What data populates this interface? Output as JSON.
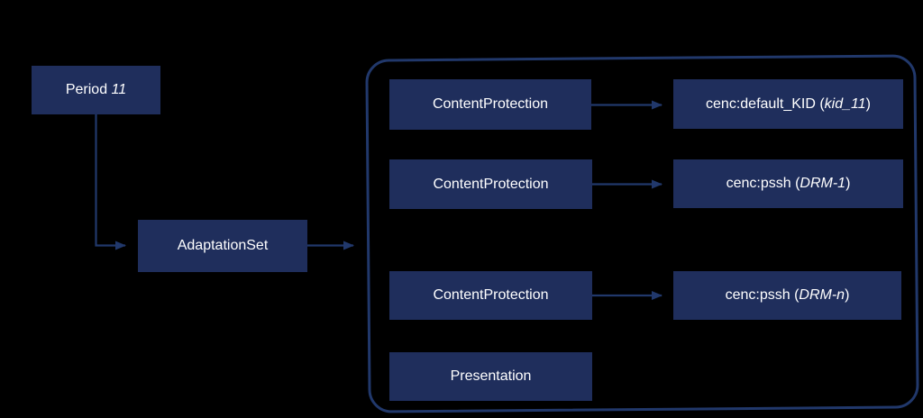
{
  "colors": {
    "background": "#000000",
    "node_fill": "#1f2e5c",
    "line": "#21386b",
    "text": "#ffffff"
  },
  "nodes": [
    {
      "id": "period",
      "prefix": "Period ",
      "italic": "11",
      "suffix": ""
    },
    {
      "id": "adaptation-set",
      "prefix": "AdaptationSet"
    },
    {
      "id": "content-protection-1",
      "prefix": "ContentProtection"
    },
    {
      "id": "content-protection-2",
      "prefix": "ContentProtection"
    },
    {
      "id": "content-protection-3",
      "prefix": "ContentProtection"
    },
    {
      "id": "presentation",
      "prefix": "Presentation"
    },
    {
      "id": "cenc-default-kid",
      "prefix": "cenc:default_KID (",
      "italic": "kid_11",
      "suffix": ")"
    },
    {
      "id": "cenc-pssh-drm-1",
      "prefix": "cenc:pssh (",
      "italic": "DRM-1",
      "suffix": ")"
    },
    {
      "id": "cenc-pssh-drm-n",
      "prefix": "cenc:pssh (",
      "italic": "DRM-n",
      "suffix": ")"
    }
  ],
  "edges": [
    {
      "from": "period",
      "to": "adaptation-set"
    },
    {
      "from": "adaptation-set",
      "to": "adaptation-set-group"
    },
    {
      "from": "content-protection-1",
      "to": "cenc-default-kid"
    },
    {
      "from": "content-protection-2",
      "to": "cenc-pssh-drm-1"
    },
    {
      "from": "content-protection-3",
      "to": "cenc-pssh-drm-n"
    }
  ]
}
